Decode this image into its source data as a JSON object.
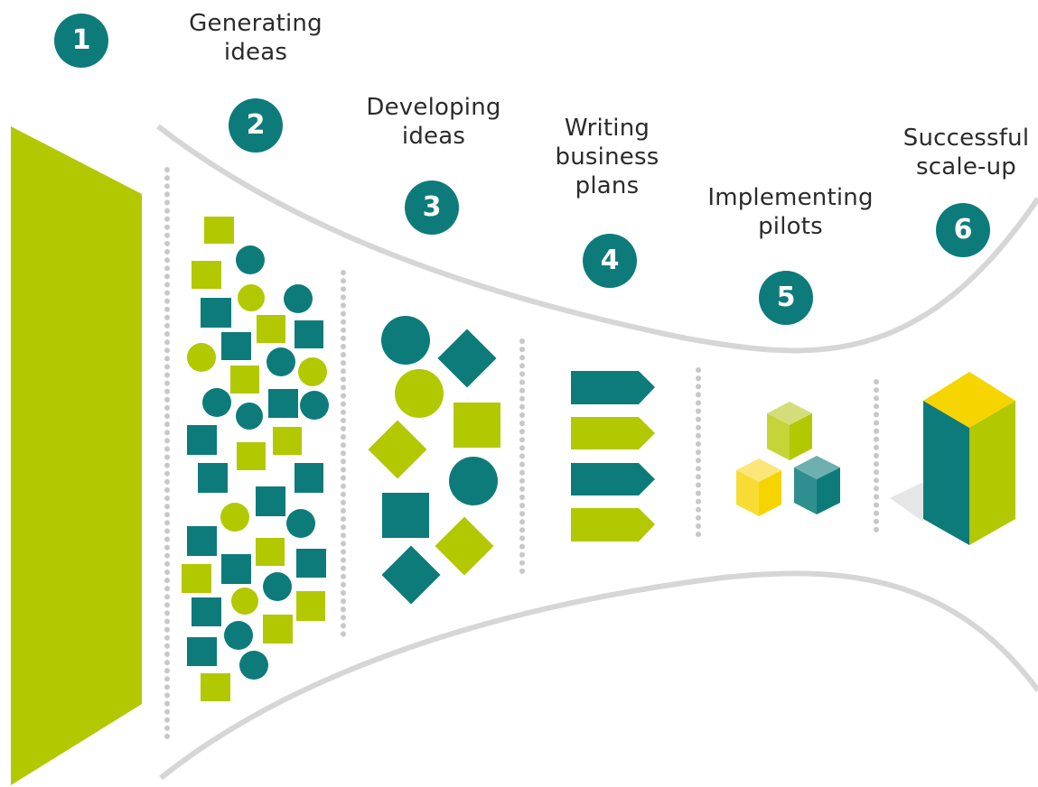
{
  "colors": {
    "teal": "#0e7b7b",
    "green": "#b2c800",
    "yellow": "#f6d400",
    "divider": "#c8c8c8",
    "curve": "#d6d6d6",
    "text": "#2b2b2b"
  },
  "stages": [
    {
      "number": "1",
      "lines": []
    },
    {
      "number": "2",
      "lines": [
        "Generating",
        "ideas"
      ]
    },
    {
      "number": "3",
      "lines": [
        "Developing",
        "ideas"
      ]
    },
    {
      "number": "4",
      "lines": [
        "Writing",
        "business",
        "plans"
      ]
    },
    {
      "number": "5",
      "lines": [
        "Implementing",
        "pilots"
      ]
    },
    {
      "number": "6",
      "lines": [
        "Successful",
        "scale-up"
      ]
    }
  ]
}
